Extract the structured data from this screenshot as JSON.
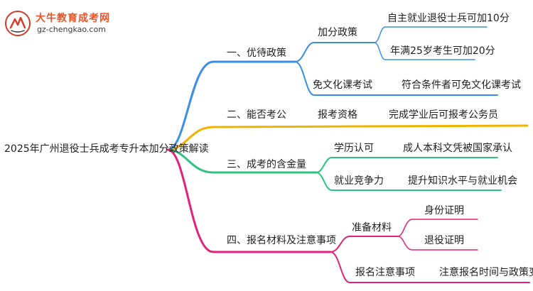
{
  "logo": {
    "title": "大牛教育成考网",
    "url": "gz-chengkao.com"
  },
  "root": "2025年广州退役士兵成考专升本加分政策解读",
  "branches": [
    {
      "label": "一、优待政策",
      "color": "#3a8ee6",
      "children": [
        {
          "label": "加分政策",
          "leaves": [
            "自主就业退役士兵可加10分",
            "年满25岁考生可加20分"
          ]
        },
        {
          "label": "免文化课考试",
          "leaves": [
            "符合条件者可免文化课考试"
          ]
        }
      ]
    },
    {
      "label": "二、能否考公",
      "color": "#f0b400",
      "children": [
        {
          "label": "报考资格",
          "leaves": [
            "完成学业后可报考公务员"
          ]
        }
      ]
    },
    {
      "label": "三、成考的含金量",
      "color": "#2ec27e",
      "children": [
        {
          "label": "学历认可",
          "leaves": [
            "成人本科文凭被国家承认"
          ]
        },
        {
          "label": "就业竞争力",
          "leaves": [
            "提升知识水平与就业机会"
          ]
        }
      ]
    },
    {
      "label": "四、报名材料及注意事项",
      "color": "#e0227a",
      "children": [
        {
          "label": "准备材料",
          "leaves": [
            "身份证明",
            "退役证明"
          ]
        },
        {
          "label": "报名注意事项",
          "leaves": [
            "注意报名时间与政策变化"
          ]
        }
      ]
    }
  ]
}
